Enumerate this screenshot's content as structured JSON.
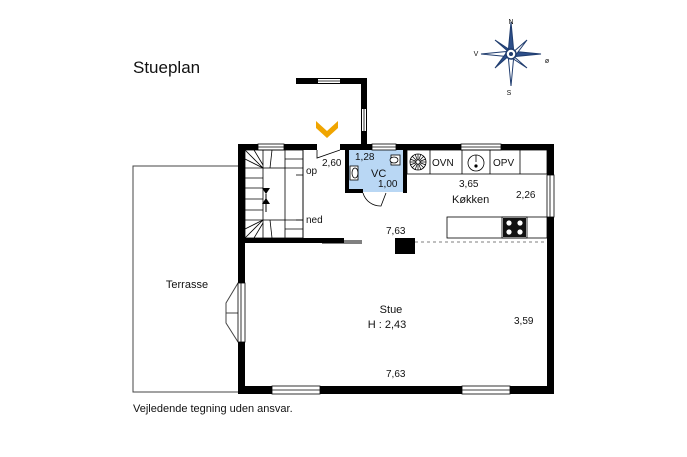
{
  "plan": {
    "title": "Stueplan",
    "disclaimer": "Vejledende tegning uden ansvar."
  },
  "compass": {
    "n": "N",
    "s": "S",
    "v": "V",
    "o": "ø"
  },
  "rooms": {
    "terrace": "Terrasse",
    "living": "Stue",
    "living_height": "H : 2,43",
    "kitchen": "Køkken",
    "wc": "VC"
  },
  "stairs": {
    "up": "op",
    "down": "ned"
  },
  "appliances": {
    "oven": "OVN",
    "dishwasher": "OPV"
  },
  "dimensions": {
    "entry_width": "2,60",
    "wc_width": "1,28",
    "wc_depth": "1,00",
    "kitchen_width": "3,65",
    "kitchen_depth": "2,26",
    "upper_width": "7,63",
    "living_width": "7,63",
    "living_depth": "3,59"
  },
  "colors": {
    "wall": "#000000",
    "wc_fill": "#b9d7f4",
    "entry_marker": "#f0a500",
    "compass": "#1f3c6e"
  }
}
